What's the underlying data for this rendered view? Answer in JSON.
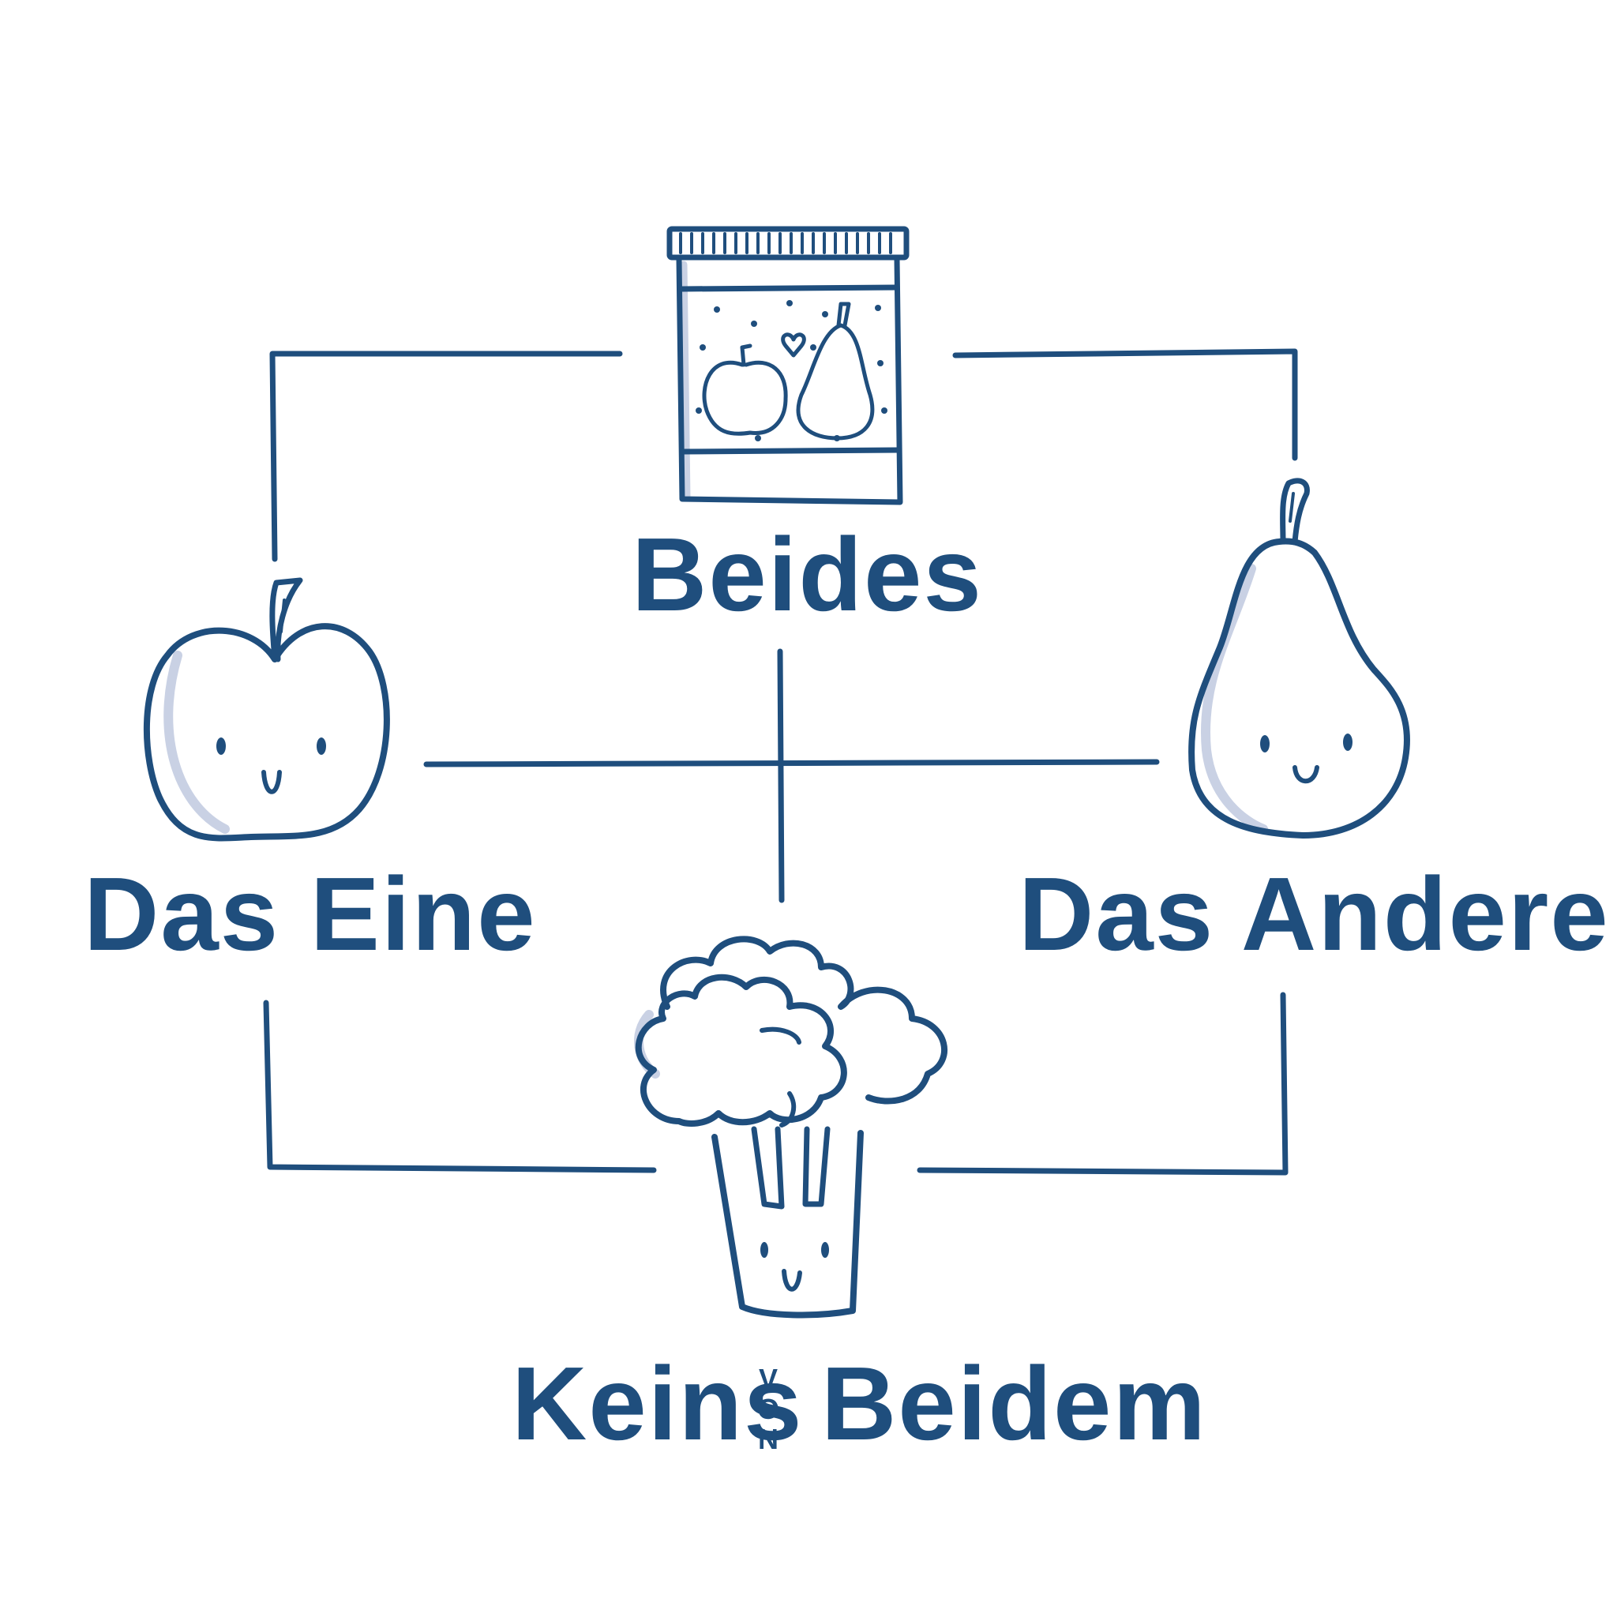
{
  "diagram": {
    "labels": {
      "top": "Beides",
      "left": "Das Eine",
      "right": "Das Andere",
      "bottom_left": "Keins",
      "bottom_middle": "VON",
      "bottom_right": "Beidem"
    },
    "icons": {
      "top": "jar-with-apple-and-pear-icon",
      "left": "apple-icon",
      "right": "pear-icon",
      "bottom": "broccoli-icon"
    },
    "colors": {
      "ink": "#1f4e7d",
      "shadow": "#c9d1e4",
      "background": "#ffffff"
    }
  }
}
